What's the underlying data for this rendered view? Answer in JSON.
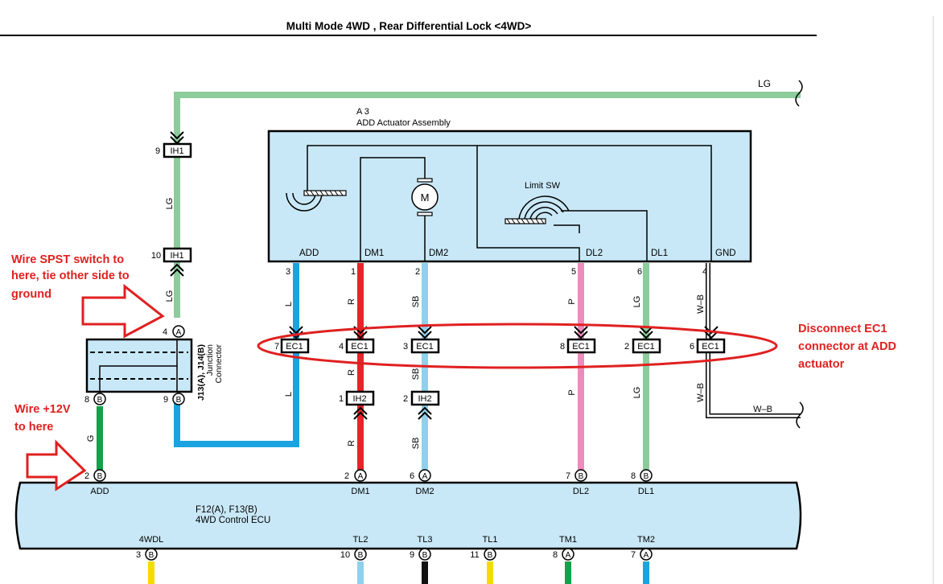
{
  "title": "Multi Mode 4WD , Rear Differential Lock <4WD>",
  "actuator": {
    "code": "A 3",
    "name": "ADD Actuator Assembly",
    "limit_sw": "Limit SW",
    "motor": "M",
    "pins": {
      "add": "ADD",
      "dm1": "DM1",
      "dm2": "DM2",
      "dl2": "DL2",
      "dl1": "DL1",
      "gnd": "GND"
    },
    "pin_nums": {
      "add": "3",
      "dm1": "1",
      "dm2": "2",
      "dl2": "5",
      "dl1": "6",
      "gnd": "4"
    }
  },
  "ecu": {
    "code": "F12(A), F13(B)",
    "name": "4WD Control ECU",
    "top_pins": [
      {
        "num": "2",
        "letter": "B",
        "label": "ADD"
      },
      {
        "num": "2",
        "letter": "A",
        "label": "DM1"
      },
      {
        "num": "6",
        "letter": "A",
        "label": "DM2"
      },
      {
        "num": "7",
        "letter": "B",
        "label": "DL2"
      },
      {
        "num": "8",
        "letter": "B",
        "label": "DL1"
      }
    ],
    "bottom_pins": [
      {
        "num": "3",
        "letter": "B",
        "label": "4WDL"
      },
      {
        "num": "10",
        "letter": "B",
        "label": "TL2"
      },
      {
        "num": "9",
        "letter": "B",
        "label": "TL3"
      },
      {
        "num": "11",
        "letter": "B",
        "label": "TL1"
      },
      {
        "num": "8",
        "letter": "A",
        "label": "TM1"
      },
      {
        "num": "7",
        "letter": "A",
        "label": "TM2"
      }
    ]
  },
  "junction": {
    "code": "J13(A), J14(B)",
    "name1": "Junction",
    "name2": "Connector",
    "pin_top_num": "4",
    "pin_top_letter": "A",
    "pin_bl_num": "8",
    "pin_bl_letter": "B",
    "pin_br_num": "9",
    "pin_br_letter": "B"
  },
  "connectors": {
    "ih1": "IH1",
    "ih2": "IH2",
    "ec1": "EC1",
    "ih1_top_num": "9",
    "ih1_bot_num": "10",
    "ec1_nums": [
      "7",
      "4",
      "3",
      "8",
      "2",
      "6"
    ],
    "ih2_nums": [
      "1",
      "2"
    ]
  },
  "wire_colors": {
    "lg": "LG",
    "l": "L",
    "r": "R",
    "sb": "SB",
    "p": "P",
    "wb": "W–B",
    "g": "G",
    "wb_label": "W–B",
    "lg_label": "LG"
  },
  "annotations": {
    "spst_1": "Wire SPST switch to",
    "spst_2": "here, tie other side to",
    "spst_3": "ground",
    "v12_1": "Wire +12V",
    "v12_2": "to here",
    "ec1_1": "Disconnect EC1",
    "ec1_2": "connector at ADD",
    "ec1_3": "actuator"
  },
  "colors": {
    "LG": "#8ccb9b",
    "L": "#1aa3e0",
    "R": "#e8232a",
    "SB": "#8fd0ec",
    "P": "#ef8abd",
    "G": "#12a24a",
    "Y": "#f5dc00",
    "B": "#111111",
    "box_fill": "#c9e8f7",
    "annotation": "#e02020"
  }
}
